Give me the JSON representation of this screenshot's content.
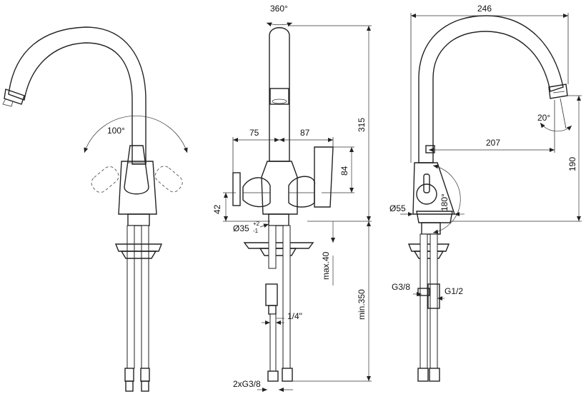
{
  "views": {
    "left": {
      "label_angle": "100°"
    },
    "middle": {
      "label_rotation": "360°",
      "dim_height": "315",
      "dim_left_reach": "75",
      "dim_right_reach": "87",
      "dim_lever": "84",
      "dim_base_height": "42",
      "dim_hole": "Ø35",
      "dim_hole_tol_plus": "+2",
      "dim_hole_tol_minus": "-1",
      "dim_max_thickness": "max.40",
      "dim_min_hose": "min.350",
      "dim_fitting": "1/4\"",
      "dim_bottom_thread": "2xG3/8"
    },
    "right": {
      "dim_total_reach": "246",
      "dim_spout_reach": "207",
      "dim_spout_height": "190",
      "label_tilt": "20°",
      "label_lever_angle": "180°",
      "dim_base_diameter": "Ø55",
      "label_thread_small": "G3/8",
      "label_thread_large": "G1/2"
    }
  }
}
